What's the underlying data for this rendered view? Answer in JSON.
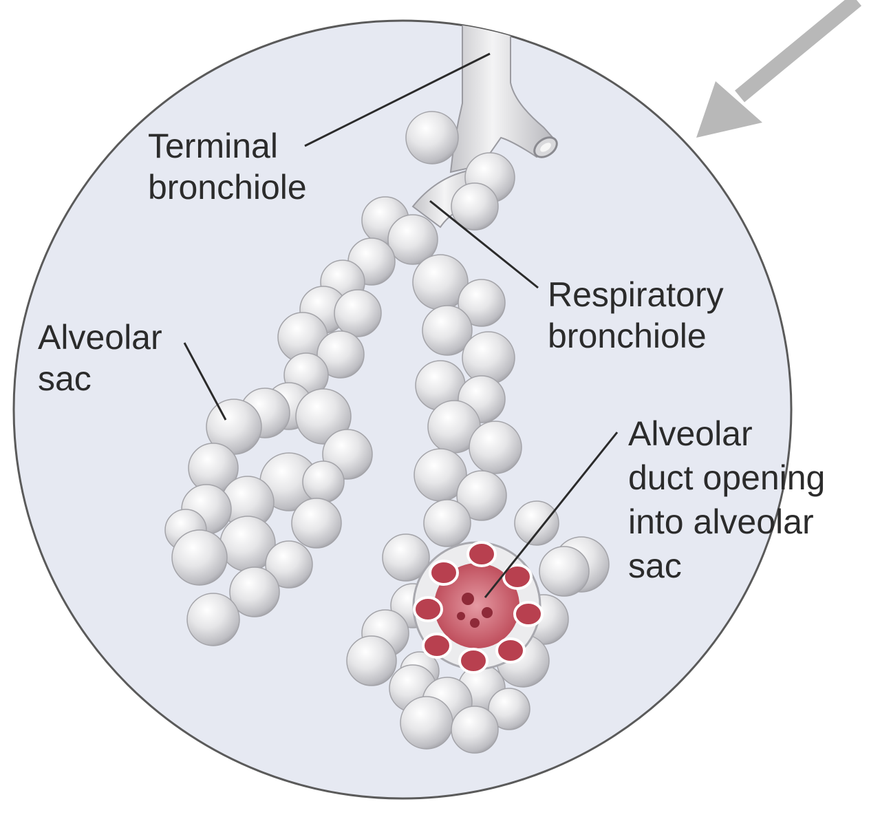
{
  "diagram": {
    "labels": {
      "terminal_bronchiole": [
        "Terminal",
        "bronchiole"
      ],
      "respiratory_bronchiole": [
        "Respiratory",
        "bronchiole"
      ],
      "alveolar_sac": [
        "Alveolar",
        "sac"
      ],
      "alveolar_duct_opening": [
        "Alveolar",
        "duct opening",
        "into alveolar",
        "sac"
      ]
    },
    "colors": {
      "circle_fill": "#e6e9f2",
      "circle_stroke": "#5a5a5a",
      "alveolus_fill": "#e2e2e2",
      "alveolus_highlight": "#ffffff",
      "alveolus_shade": "#a9a9ad",
      "opening_red": "#c0505e",
      "leader_line": "#2b2b2b",
      "arrow": "#b8b8b8"
    }
  }
}
